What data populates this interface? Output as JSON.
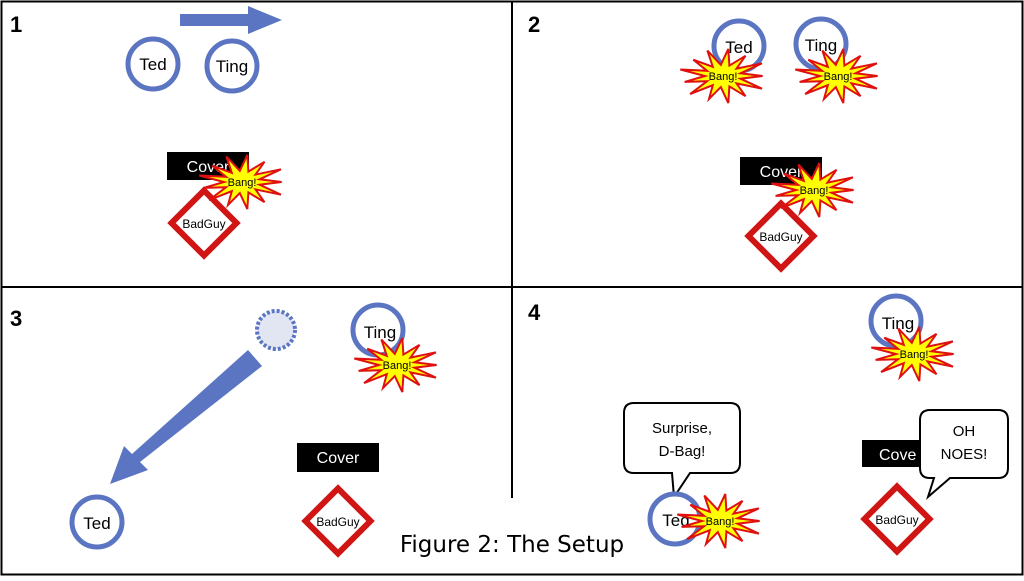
{
  "figure": {
    "caption": "Figure 2: The Setup",
    "colors": {
      "person": "#5B75C2",
      "badguy": "#D01515",
      "bang_fill": "#FFFF00",
      "bang_stroke": "#E01010",
      "cover_bg": "#000000",
      "border": "#000000"
    }
  },
  "panels": [
    {
      "number": "1"
    },
    {
      "number": "2"
    },
    {
      "number": "3"
    },
    {
      "number": "4"
    }
  ],
  "labels": {
    "ted": "Ted",
    "ting": "Ting",
    "cover": "Cover",
    "badguy": "BadGuy",
    "bang": "Bang!",
    "cover_partial": "Cove"
  },
  "speech": {
    "ted_line1": "Surprise,",
    "ted_line2": "D-Bag!",
    "badguy_line1": "OH",
    "badguy_line2": "NOES!"
  }
}
